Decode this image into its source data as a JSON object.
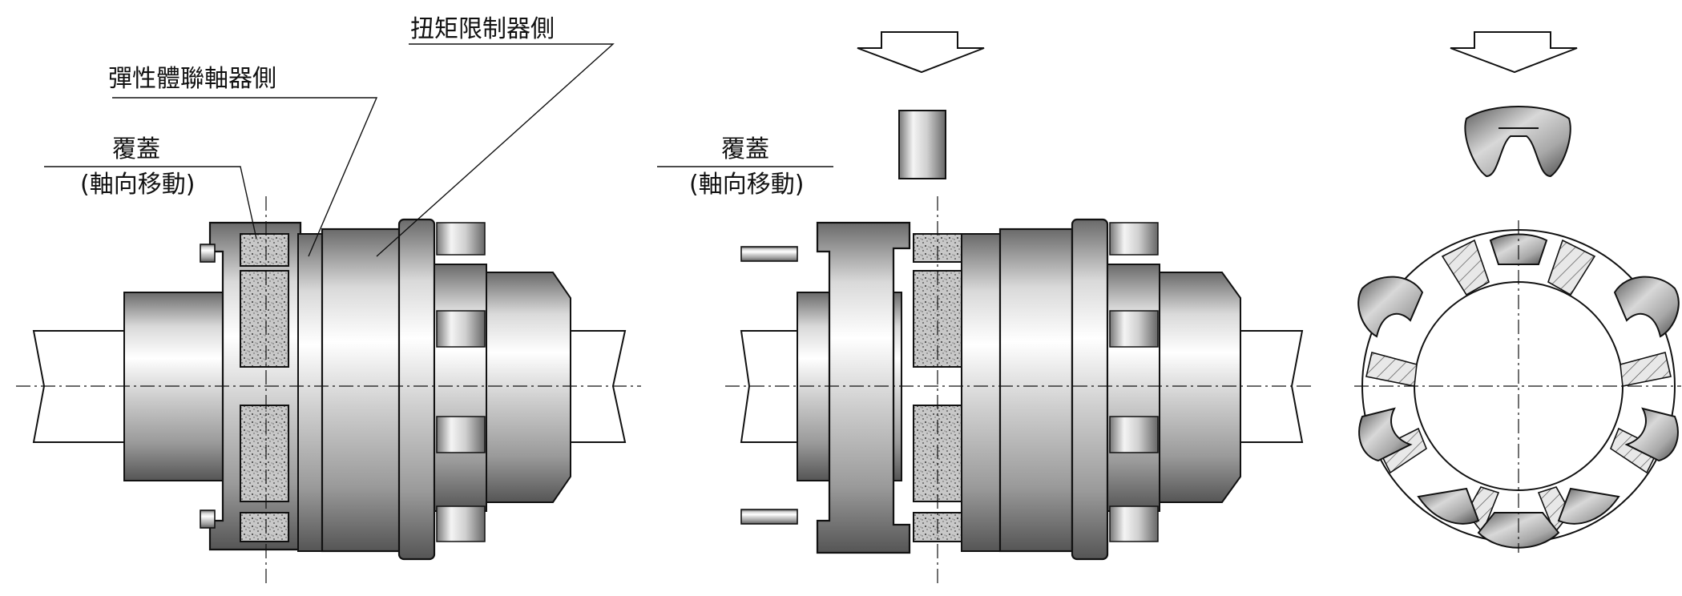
{
  "labels": {
    "torque_limiter_side": "扭矩限制器側",
    "elastic_coupling_side": "彈性體聯軸器側",
    "cover_left": "覆蓋",
    "cover_left_note": "(軸向移動)",
    "cover_mid": "覆蓋",
    "cover_mid_note": "(軸向移動)"
  }
}
